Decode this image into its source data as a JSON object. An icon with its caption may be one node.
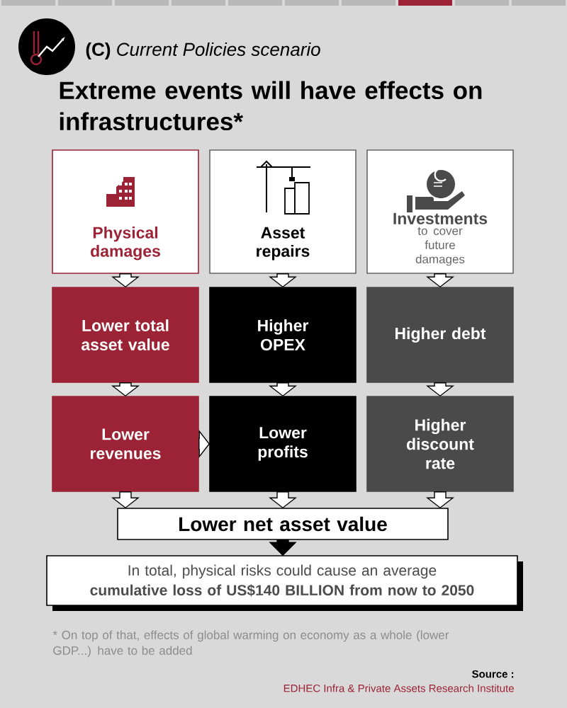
{
  "diagram": {
    "title": "Extreme events will have effects on infrastructures*",
    "nodes": [
      {
        "text": [
          "Physical damages"
        ]
      },
      {
        "text": [
          "Asset repairs"
        ]
      },
      {
        "text": [
          "Investments",
          "to cover future damages"
        ]
      },
      {
        "text": [
          "Lower total asset value"
        ]
      },
      {
        "text": [
          "Higher OPEX"
        ]
      },
      {
        "text": [
          "Higher debt"
        ]
      },
      {
        "text": [
          "Lower revenues"
        ]
      },
      {
        "text": [
          "Lower profits"
        ]
      },
      {
        "text": [
          "Higher discount rate"
        ]
      },
      {
        "text": [
          "Lower net asset value"
        ]
      },
      {
        "text": [
          "In total, physical risks could cause an average **cumulative loss of US$140 BILLION from now to 2050**"
        ]
      }
    ],
    "edges": [
      {
        "from": 0,
        "to": 3,
        "arrow": "to"
      },
      {
        "from": 1,
        "to": 4,
        "arrow": "to"
      },
      {
        "from": 2,
        "to": 5,
        "arrow": "to"
      },
      {
        "from": 3,
        "to": 6,
        "arrow": "to"
      },
      {
        "from": 4,
        "to": 7,
        "arrow": "to"
      },
      {
        "from": 5,
        "to": 8,
        "arrow": "to"
      },
      {
        "from": 6,
        "to": 7,
        "arrow": "to"
      },
      {
        "from": 6,
        "to": 9,
        "arrow": "to"
      },
      {
        "from": 7,
        "to": 9,
        "arrow": "to"
      },
      {
        "from": 8,
        "to": 9,
        "arrow": "to"
      },
      {
        "from": 9,
        "to": 10,
        "arrow": "to",
        "color": "#000000"
      }
    ],
    "labels": [
      "**(C)** *Current Policies scenario*",
      "* On top of that, effects of global warming on economy as a whole (lower GDP...) have to be added",
      "Source :",
      "EDHEC Infra & Private Assets Research Institute"
    ]
  }
}
